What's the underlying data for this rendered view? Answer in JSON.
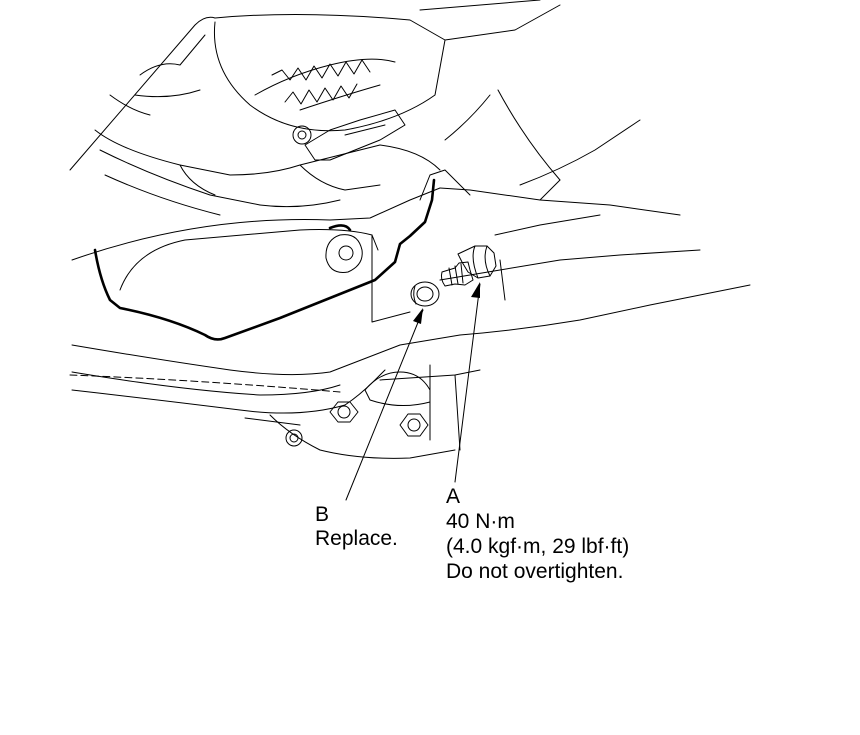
{
  "callouts": {
    "b": {
      "letter": "B",
      "note": "Replace."
    },
    "a": {
      "letter": "A",
      "torque": "40 N·m",
      "torque_alt": "(4.0 kgf·m, 29 lbf·ft)",
      "note": "Do not overtighten."
    }
  }
}
